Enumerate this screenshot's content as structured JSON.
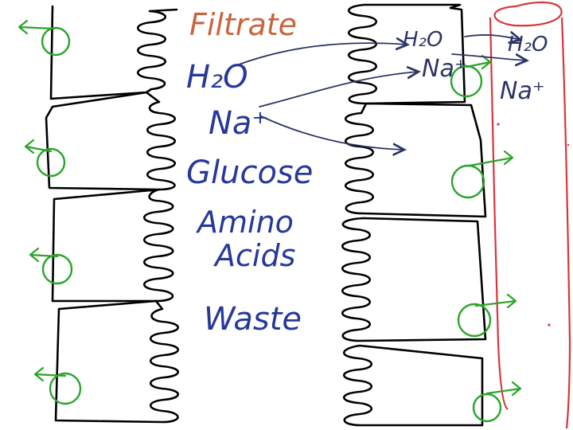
{
  "colors": {
    "ink": "#000000",
    "label": "#27389b",
    "title": "#c8653f",
    "nucleus": "#2aa42a",
    "capillary": "#d8353a",
    "arrow": "#2d3566"
  },
  "title": "Filtrate",
  "filtrate_items": [
    "H₂O",
    "Na⁺",
    "Glucose",
    "Amino",
    "Acids",
    "Waste"
  ],
  "transported": {
    "water_in_cell": "H₂O",
    "sodium_in_cell": "Na⁺",
    "water_in_blood": "H₂O",
    "sodium_in_blood": "Na⁺"
  },
  "icons": [
    "nucleus-icon",
    "arrow-icon"
  ]
}
